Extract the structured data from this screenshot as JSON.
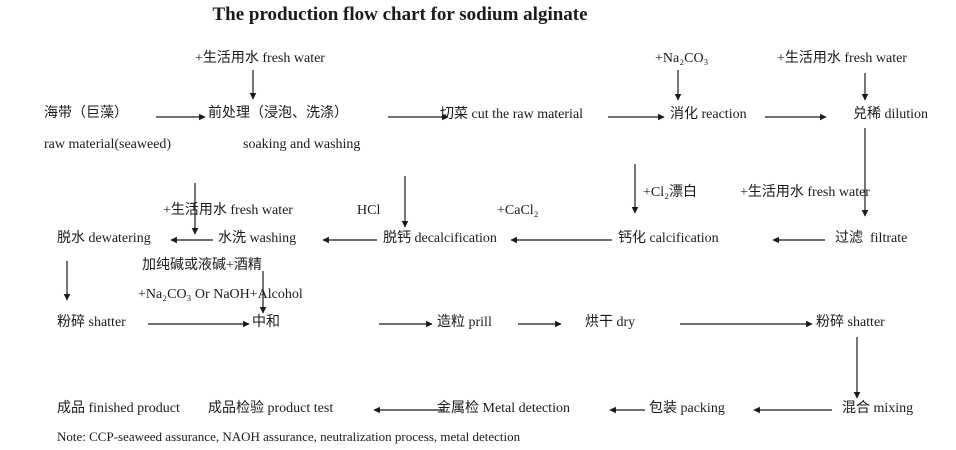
{
  "title": "The production flow chart for sodium alginate",
  "colors": {
    "ink": "#1a1a1a",
    "background": "#ffffff"
  },
  "nodes": {
    "raw_material_cn": "海带（巨藻）",
    "raw_material_en": "raw material(seaweed)",
    "pretreatment_cn": "前处理（浸泡、洗涤）",
    "pretreatment_en": "soaking and washing",
    "cut": "切菜 cut the raw material",
    "reaction": "消化 reaction",
    "dilution": "兑稀 dilution",
    "dewatering": "脱水 dewatering",
    "washing": "水洗 washing",
    "decalcification": "脱钙 decalcification",
    "calcification": "钙化 calcification",
    "filtrate": "过滤  filtrate",
    "shatter1": "粉碎 shatter",
    "neutralize": "中和",
    "prill": "造粒 prill",
    "dry": "烘干 dry",
    "shatter2": "粉碎 shatter",
    "finished_product": "成品 finished product",
    "product_test": "成品检验 product test",
    "metal_detection": "金属检 Metal detection",
    "packing": "包装 packing",
    "mixing": "混合 mixing"
  },
  "additions": {
    "fresh_water_1": "+生活用水 fresh water",
    "na2co3": "+Na₂CO₃",
    "fresh_water_2": "+生活用水 fresh water",
    "fresh_water_3": "+生活用水 fresh water",
    "hcl": "HCl",
    "cacl2": "+CaCl₂",
    "cl2_bleach": "+Cl₂漂白",
    "fresh_water_4": "+生活用水 fresh water",
    "soda_alcohol_cn": "加纯碱或液碱+酒精",
    "soda_alcohol_en": "+Na₂CO₃ Or NaOH+Alcohol"
  },
  "note": "Note: CCP-seaweed assurance, NAOH assurance, neutralization process, metal detection"
}
